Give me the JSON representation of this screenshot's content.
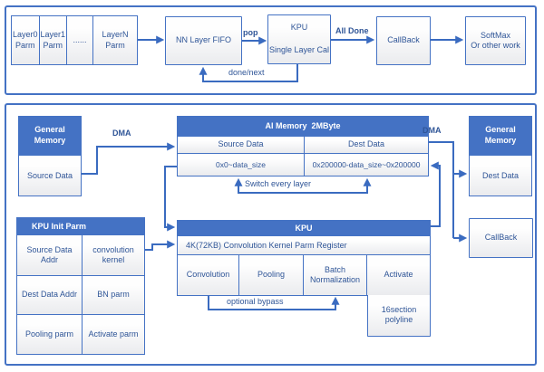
{
  "colors": {
    "accent": "#4472C4",
    "line": "#3a6bc0",
    "text": "#2f5597"
  },
  "top": {
    "layers": [
      "Layer0 Parm",
      "Layer1 Parm",
      "......",
      "LayerN Parm"
    ],
    "fifo": "NN Layer FIFO",
    "pop": "pop",
    "kpu_title": "KPU",
    "kpu_sub": "Single Layer Cal",
    "all_done": "All Done",
    "callback": "CallBack",
    "softmax": "SoftMax",
    "softmax_sub": "Or other work",
    "done_next": "done/next"
  },
  "bottom": {
    "gm_left_title": "General Memory",
    "gm_left_body": "Source Data",
    "dma_left": "DMA",
    "dma_right": "DMA",
    "ai_title": "AI Memory  2MByte",
    "ai_col1": "Source Data",
    "ai_col2": "Dest Data",
    "ai_addr1": "0x0~data_size",
    "ai_addr2": "0x200000-data_size~0x200000",
    "switch_label": "Switch every layer",
    "init_title": "KPU Init Parm",
    "init_r1c1": "Source Data Addr",
    "init_r1c2": "convolution kernel",
    "init_r2c1": "Dest Data Addr",
    "init_r2c2": "BN parm",
    "init_r3c1": "Pooling parm",
    "init_r3c2": "Activate parm",
    "kpu_title": "KPU",
    "kpu_register": "4K(72KB) Convolution Kernel Parm Register",
    "stage1": "Convolution",
    "stage2": "Pooling",
    "stage3": "Batch Normalization",
    "stage4": "Activate",
    "activate_sub": "16section polyline",
    "bypass": "optional bypass",
    "gm_right_title": "General Memory",
    "gm_right_body": "Dest Data",
    "callback": "CallBack"
  }
}
